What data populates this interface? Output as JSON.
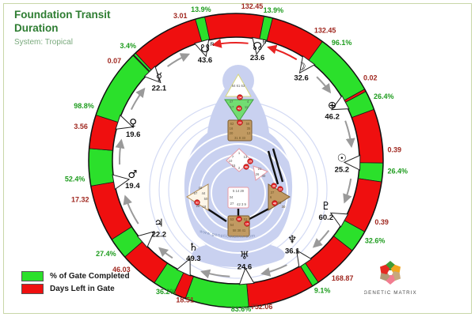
{
  "header": {
    "title": "Foundation Transit Duration",
    "system": "System: Tropical"
  },
  "legend": {
    "items": [
      {
        "label": "% of Gate Completed",
        "color": "#2be02b"
      },
      {
        "label": "Days Left in Gate",
        "color": "#ef0f0f"
      }
    ]
  },
  "logo": {
    "text": "GENETIC MATRIX",
    "petal_colors": [
      "#3f9b35",
      "#f2a71f",
      "#c7a87d",
      "#f27d90",
      "#b39873",
      "#e62a21"
    ]
  },
  "watermark": "www.geneticmatrix.com",
  "colors": {
    "ring_green": "#2be02b",
    "ring_red": "#ef0f0f",
    "pct_text": "#1e9c1e",
    "days_text": "#a02820",
    "arrow_gray": "#9a9a9a",
    "arrow_red": "#e82222"
  },
  "chart_data": {
    "type": "pie",
    "subtype": "transit-duration-ring",
    "title": "Foundation Transit Duration",
    "system": "Tropical",
    "legend_entries": [
      "% of Gate Completed",
      "Days Left in Gate"
    ],
    "legend_position": "bottom-left",
    "planets": [
      {
        "name": "North Node",
        "glyph": "☊",
        "retrograde": true,
        "gate_line": "23.6",
        "pct_completed": 13.9,
        "days_left": "132.45",
        "angle": 11
      },
      {
        "name": "Moon",
        "glyph": "☽",
        "retrograde": false,
        "gate_line": "32.6",
        "pct_completed": 96.1,
        "days_left": "0.02",
        "angle": 36
      },
      {
        "name": "Earth",
        "glyph": "⊕",
        "retrograde": false,
        "gate_line": "46.2",
        "pct_completed": 26.4,
        "days_left": "0.39",
        "angle": 62
      },
      {
        "name": "Sun",
        "glyph": "☉",
        "retrograde": false,
        "gate_line": "25.2",
        "pct_completed": 26.4,
        "days_left": "0.39",
        "angle": 91
      },
      {
        "name": "Pluto",
        "glyph": "♇",
        "retrograde": false,
        "gate_line": "60.2",
        "pct_completed": 32.6,
        "days_left": "168.87",
        "angle": 119
      },
      {
        "name": "Neptune",
        "glyph": "♆",
        "retrograde": false,
        "gate_line": "36.1",
        "pct_completed": 9.1,
        "days_left": "752.06",
        "angle": 146
      },
      {
        "name": "Uranus",
        "glyph": "♅",
        "retrograde": false,
        "gate_line": "24.6",
        "pct_completed": 83.6,
        "days_left": "18.51",
        "angle": 175
      },
      {
        "name": "Saturn",
        "glyph": "♄",
        "retrograde": false,
        "gate_line": "49.3",
        "pct_completed": 36.2,
        "days_left": "46.03",
        "angle": 205
      },
      {
        "name": "Jupiter",
        "glyph": "♃",
        "retrograde": false,
        "gate_line": "22.2",
        "pct_completed": 27.4,
        "days_left": "17.32",
        "angle": 229
      },
      {
        "name": "Mars",
        "glyph": "♂",
        "retrograde": false,
        "gate_line": "19.4",
        "pct_completed": 52.4,
        "days_left": "3.56",
        "angle": 260
      },
      {
        "name": "Venus",
        "glyph": "♀",
        "retrograde": false,
        "gate_line": "19.6",
        "pct_completed": 98.8,
        "days_left": "0.07",
        "angle": 288
      },
      {
        "name": "Mercury",
        "glyph": "☿",
        "retrograde": false,
        "gate_line": "22.1",
        "pct_completed": 3.4,
        "days_left": "3.01",
        "angle": 316
      },
      {
        "name": "South Node",
        "glyph": "☋",
        "retrograde": true,
        "gate_line": "43.6",
        "pct_completed": 13.9,
        "days_left": "132.45",
        "angle": 344
      }
    ]
  },
  "bodygraph": {
    "active_gates": [
      "24",
      "43",
      "23",
      "25",
      "46",
      "32",
      "36",
      "22",
      "49",
      "60",
      "19"
    ],
    "head": {
      "row": "64 61 63"
    },
    "ajna": {
      "g1": "47",
      "g2": "4",
      "g3": "17",
      "g4": "11",
      "b1": "24",
      "b2": "43"
    },
    "throat": {
      "g1": "62",
      "g2": "56",
      "g3": "16",
      "g4": "35",
      "g5": "20",
      "g6": "12",
      "row": "31 8 33",
      "b1": "23"
    },
    "g": {
      "g1": "1",
      "g2": "7",
      "g3": "13",
      "g4": "10",
      "g5": "15",
      "g6": "2",
      "b1": "25",
      "b2": "46"
    },
    "will": {
      "g1": "21",
      "g2": "26",
      "g3": "40"
    },
    "spleen": {
      "g1": "48",
      "g2": "57",
      "g3": "44",
      "g4": "50",
      "g5": "28",
      "g6": "18",
      "b1": "32"
    },
    "sacral": {
      "row1": "5 14 29",
      "g1": "34",
      "g2": "27",
      "row2": "42 3 9"
    },
    "solar_plexus": {
      "g1": "37",
      "g2": "6",
      "g3": "55",
      "g4": "30",
      "b1": "36",
      "b2": "22",
      "b3": "49"
    },
    "root": {
      "g1": "53",
      "g2": "52",
      "g3": "54",
      "row": "58 38 41",
      "b1": "60",
      "b2": "19"
    }
  }
}
